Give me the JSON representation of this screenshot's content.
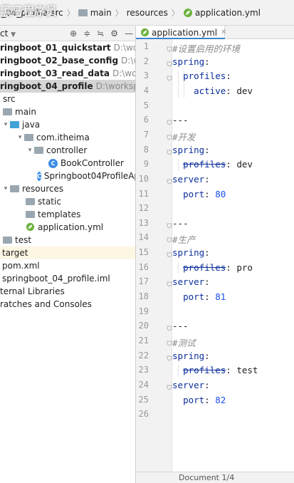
{
  "breadcrumb": {
    "watermark": "黑马程序员",
    "project": "_04_profile",
    "src": "src",
    "main": "main",
    "resources": "resources",
    "file": "application.yml"
  },
  "project_panel": {
    "title": "ct",
    "items": [
      {
        "label": "ringboot_01_quickstart",
        "path": "D:\\worksp"
      },
      {
        "label": "ringboot_02_base_config",
        "path": "D:\\work"
      },
      {
        "label": "ringboot_03_read_data",
        "path": "D:\\worksp"
      },
      {
        "label": "ringboot_04_profile",
        "path": "D:\\workspac"
      },
      {
        "label": "src"
      },
      {
        "label": "main"
      },
      {
        "label": "java"
      },
      {
        "label": "com.itheima"
      },
      {
        "label": "controller"
      },
      {
        "label": "BookController"
      },
      {
        "label": "Springboot04ProfileAp"
      },
      {
        "label": "resources"
      },
      {
        "label": "static"
      },
      {
        "label": "templates"
      },
      {
        "label": "application.yml"
      },
      {
        "label": "test"
      },
      {
        "label": "target"
      },
      {
        "label": "pom.xml"
      },
      {
        "label": "springboot_04_profile.iml"
      },
      {
        "label": "ternal Libraries"
      },
      {
        "label": "ratches and Consoles"
      }
    ]
  },
  "editor": {
    "tab_label": "application.yml",
    "lines": [
      {
        "n": "1",
        "text": "#设置启用的环境"
      },
      {
        "n": "2",
        "text": "spring:"
      },
      {
        "n": "3",
        "text": "  profiles:"
      },
      {
        "n": "4",
        "text": "    active: dev"
      },
      {
        "n": "5",
        "text": ""
      },
      {
        "n": "6",
        "text": "---"
      },
      {
        "n": "7",
        "text": "#开发"
      },
      {
        "n": "8",
        "text": "spring:"
      },
      {
        "n": "9",
        "text": "  profiles: dev"
      },
      {
        "n": "10",
        "text": "server:"
      },
      {
        "n": "11",
        "text": "  port: 80"
      },
      {
        "n": "12",
        "text": ""
      },
      {
        "n": "13",
        "text": "---"
      },
      {
        "n": "14",
        "text": "#生产"
      },
      {
        "n": "15",
        "text": "spring:"
      },
      {
        "n": "16",
        "text": "  profiles: pro"
      },
      {
        "n": "17",
        "text": "server:"
      },
      {
        "n": "18",
        "text": "  port: 81"
      },
      {
        "n": "19",
        "text": ""
      },
      {
        "n": "20",
        "text": "---"
      },
      {
        "n": "21",
        "text": "#测试"
      },
      {
        "n": "22",
        "text": "spring:"
      },
      {
        "n": "23",
        "text": "  profiles: test"
      },
      {
        "n": "24",
        "text": "server:"
      },
      {
        "n": "25",
        "text": "  port: 82"
      },
      {
        "n": "26",
        "text": ""
      }
    ],
    "status": "Document 1/4"
  },
  "colors": {
    "key": "#0b2f9c",
    "number": "#1750eb",
    "comment": "#8c8c8c",
    "accent": "#4083c9"
  }
}
